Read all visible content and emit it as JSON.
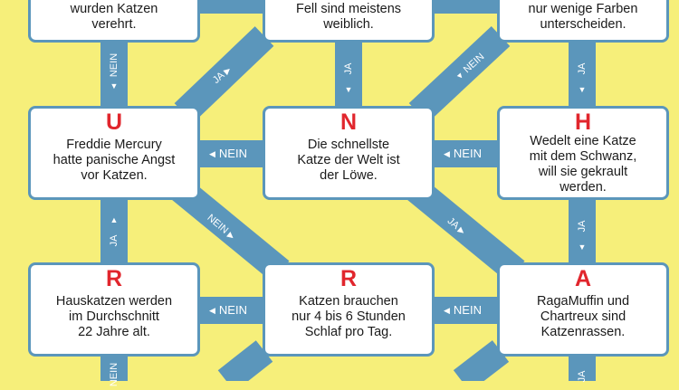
{
  "colors": {
    "background": "#f6ef7a",
    "path": "#5b96bb",
    "card_border": "#5b96bb",
    "letter": "#e1262d"
  },
  "cards": [
    {
      "id": "top-left",
      "letter": "",
      "lines": [
        "wurden Katzen",
        "verehrt."
      ]
    },
    {
      "id": "top-mid",
      "letter": "",
      "lines": [
        "Fell sind meistens",
        "weiblich."
      ]
    },
    {
      "id": "top-right",
      "letter": "",
      "lines": [
        "nur wenige Farben",
        "unterscheiden."
      ]
    },
    {
      "id": "mid-left",
      "letter": "U",
      "lines": [
        "Freddie Mercury",
        "hatte panische Angst",
        "vor Katzen."
      ]
    },
    {
      "id": "mid-mid",
      "letter": "N",
      "lines": [
        "Die schnellste",
        "Katze der Welt ist",
        "der Löwe."
      ]
    },
    {
      "id": "mid-right",
      "letter": "H",
      "lines": [
        "Wedelt eine Katze",
        "mit dem Schwanz,",
        "will sie gekrault",
        "werden."
      ]
    },
    {
      "id": "bot-left",
      "letter": "R",
      "lines": [
        "Hauskatzen werden",
        "im Durchschnitt",
        "22 Jahre alt."
      ]
    },
    {
      "id": "bot-mid",
      "letter": "R",
      "lines": [
        "Katzen brauchen",
        "nur 4 bis 6 Stunden",
        "Schlaf pro Tag."
      ]
    },
    {
      "id": "bot-right",
      "letter": "A",
      "lines": [
        "RagaMuffin und",
        "Chartreux sind",
        "Katzenrassen."
      ]
    }
  ],
  "labels": {
    "nein": "NEIN",
    "ja": "JA",
    "arrow_left": "◀",
    "arrow_right": "▶",
    "arrow_down": "▼",
    "arrow_up": "▲"
  }
}
